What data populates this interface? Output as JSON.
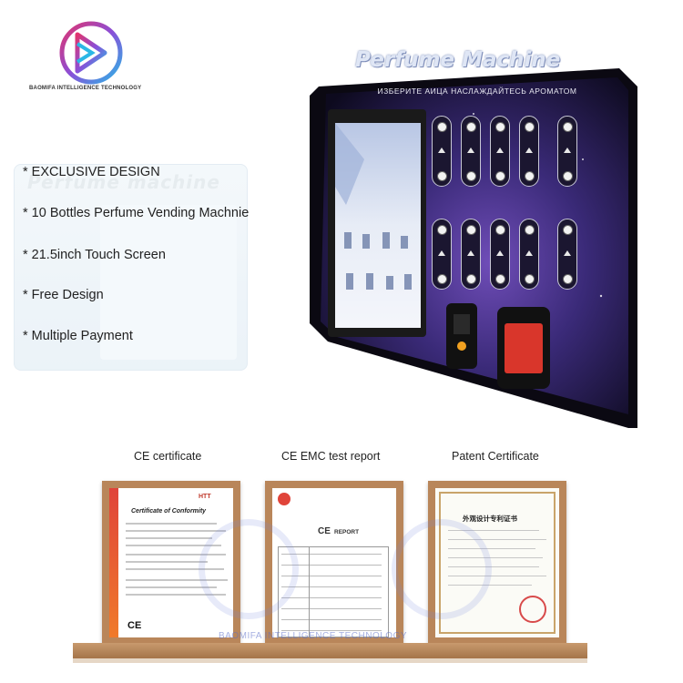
{
  "brand": {
    "name": "BAOMIFA INTELLIGENCE TECHNOLOGY",
    "logo_icon": "baomifa-b-logo-icon"
  },
  "background_machine": {
    "title": "Perfume machine"
  },
  "features": [
    "* EXCLUSIVE DESIGN",
    "* 10 Bottles Perfume Vending Machnie",
    "* 21.5inch Touch Screen",
    "* Free Design",
    "* Multiple  Payment"
  ],
  "machine": {
    "sign": "Perfume Machine",
    "banner": "ИЗБЕРИТЕ АИЦА НАСЛАЖДАЙТЕСЬ АРОМАТОМ",
    "slots_count": 10,
    "colors": {
      "body": "#161126",
      "sign": "#dfe6f5",
      "payment_red": "#d9362b"
    }
  },
  "certificates": [
    {
      "caption": "CE certificate",
      "doc_title": "Certificate of Conformity",
      "logo": "HTT",
      "mark": "CE"
    },
    {
      "caption": "CE EMC test report",
      "doc_title": "REPORT",
      "mark": "CE"
    },
    {
      "caption": "Patent Certificate",
      "doc_title": "外观设计专利证书"
    }
  ],
  "watermark": "BAOMIFA INTELLIGENCE TECHNOLOGY"
}
